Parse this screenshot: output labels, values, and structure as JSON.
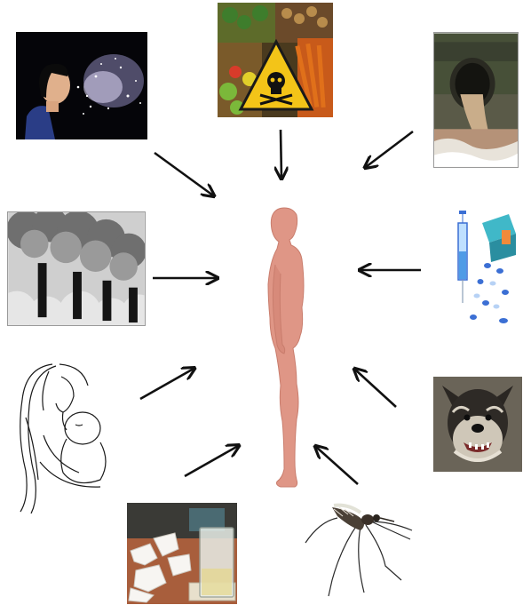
{
  "diagram": {
    "center": {
      "icon": "human-body-side-view",
      "color": "#df9686"
    },
    "sources": [
      {
        "name": "airborne-droplets",
        "icon": "person-sneezing-icon"
      },
      {
        "name": "contaminated-food",
        "icon": "food-with-poison-hazard-icon"
      },
      {
        "name": "sewage-water",
        "icon": "sewage-pipe-icon"
      },
      {
        "name": "air-pollution",
        "icon": "factory-smokestacks-icon"
      },
      {
        "name": "medical-injections",
        "icon": "syringe-and-pills-icon"
      },
      {
        "name": "mother-to-child",
        "icon": "mother-and-baby-icon"
      },
      {
        "name": "animal-bite",
        "icon": "snarling-dog-icon"
      },
      {
        "name": "contaminated-objects",
        "icon": "tissues-and-glass-icon"
      },
      {
        "name": "insect-vector",
        "icon": "mosquito-icon"
      }
    ],
    "arrow_color": "#111111"
  }
}
